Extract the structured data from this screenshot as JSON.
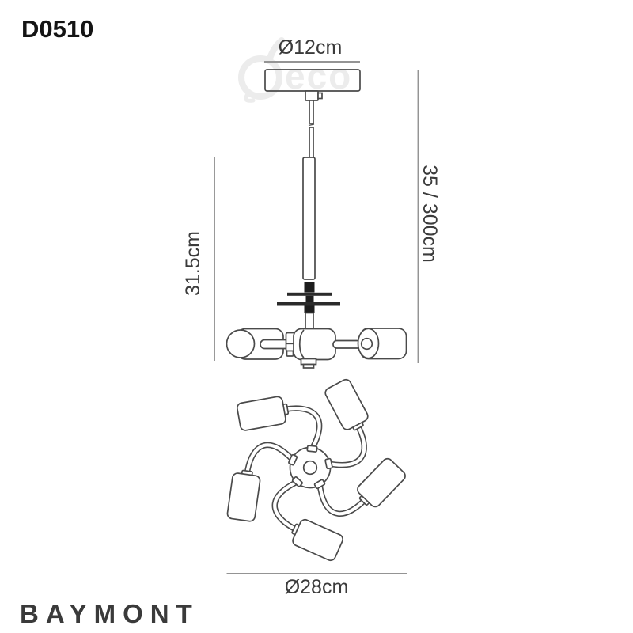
{
  "product_code": "D0510",
  "brand": "BAYMONT",
  "watermark": {
    "logo_text": "eco"
  },
  "dimensions": {
    "canopy_diameter_label": "Ø12cm",
    "drop_min_label": "31.5cm",
    "drop_range_label": "35 / 300cm",
    "fixture_diameter_label": "Ø28cm"
  },
  "colors": {
    "line": "#4a4a4a",
    "dim_line": "#949494",
    "text": "#3b3b3b",
    "code_text": "#141414",
    "brand_text": "#3a3a3a",
    "black_fill": "#1d1d1d",
    "watermark": "#ececec",
    "background": "#ffffff"
  }
}
